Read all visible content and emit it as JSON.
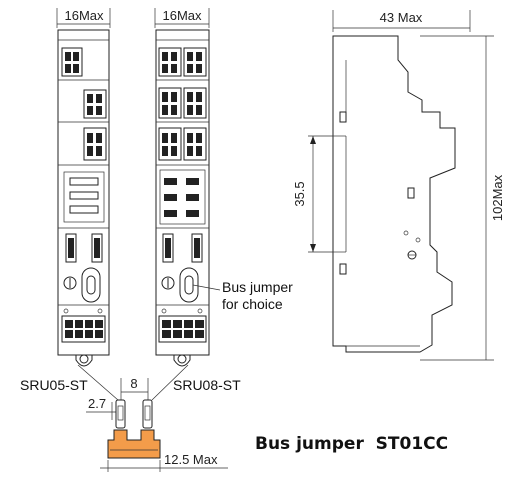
{
  "dimensions": {
    "left_width": "16Max",
    "middle_width": "16Max",
    "side_width": "43 Max",
    "rail_height": "35.5",
    "total_height": "102Max",
    "pitch": "8",
    "pin_offset": "2.7",
    "jumper_width": "12.5 Max"
  },
  "labels": {
    "bus_jumper_note_line1": "Bus jumper",
    "bus_jumper_note_line2": "for choice",
    "left_model": "SRU05-ST",
    "right_model": "SRU08-ST",
    "product_title": "Bus jumper  ST01CC"
  },
  "colors": {
    "jumper_body": "#f39c4a",
    "outline": "#222222"
  }
}
